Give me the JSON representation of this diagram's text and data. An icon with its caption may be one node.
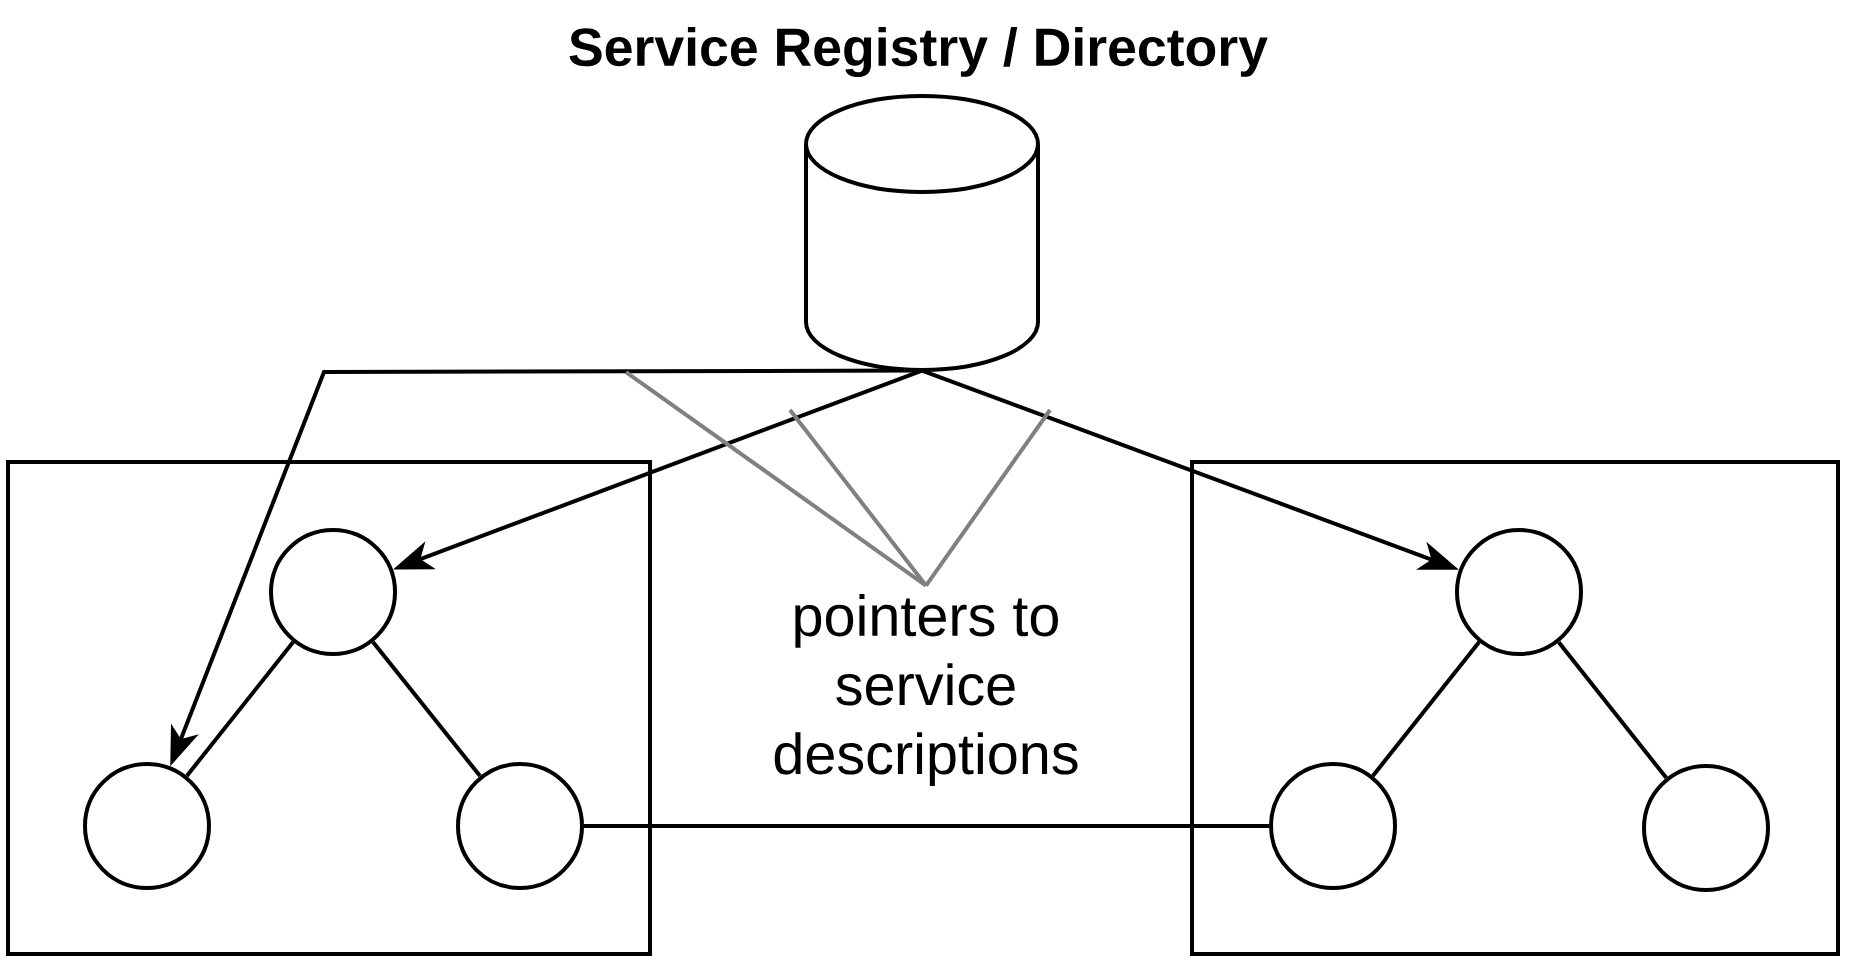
{
  "diagram": {
    "nodes": [
      {
        "text": [],
        "shape": "cylinder",
        "beside": [
          "Service Registry / Directory"
        ]
      },
      {
        "text": [],
        "shape": "box"
      },
      {
        "text": [],
        "shape": "circle",
        "in": 1
      },
      {
        "text": [],
        "shape": "circle",
        "in": 1
      },
      {
        "text": [],
        "shape": "circle",
        "in": 1
      },
      {
        "text": [
          "pointers to service descriptions"
        ]
      },
      {
        "text": [],
        "shape": "box"
      },
      {
        "text": [],
        "shape": "circle",
        "in": 6
      },
      {
        "text": [],
        "shape": "circle",
        "in": 6
      },
      {
        "text": [],
        "shape": "circle",
        "in": 6
      }
    ],
    "edges": [
      {
        "from": 0,
        "to": 3,
        "arrow": "to"
      },
      {
        "from": 0,
        "to": 2,
        "arrow": "to"
      },
      {
        "from": 0,
        "to": 7,
        "arrow": "to"
      },
      {
        "from": 2,
        "to": 3,
        "arrow": "none"
      },
      {
        "from": 2,
        "to": 4,
        "arrow": "none"
      },
      {
        "from": 7,
        "to": 8,
        "arrow": "none"
      },
      {
        "from": 7,
        "to": 9,
        "arrow": "none"
      },
      {
        "from": 4,
        "to": 8,
        "arrow": "none"
      },
      {
        "from": 5,
        "to": null,
        "arrow": "none",
        "color": "#808080"
      },
      {
        "from": 5,
        "to": null,
        "arrow": "none",
        "color": "#808080"
      },
      {
        "from": 5,
        "to": null,
        "arrow": "none",
        "color": "#808080"
      }
    ]
  }
}
